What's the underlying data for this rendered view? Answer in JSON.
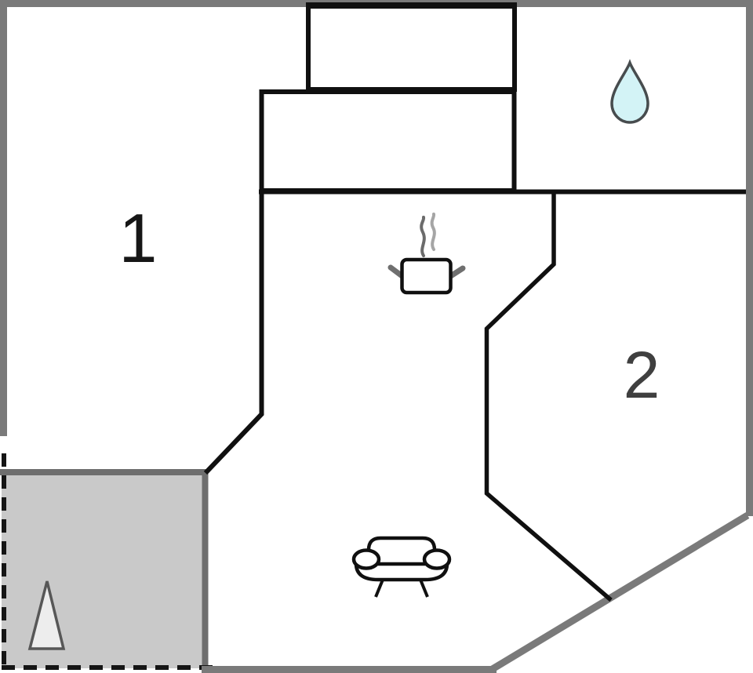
{
  "floor_plan": {
    "type": "apartment-floor-plan",
    "rooms": [
      {
        "id": "room-1",
        "label": "1"
      },
      {
        "id": "room-2",
        "label": "2"
      }
    ],
    "icons": [
      {
        "name": "water-drop-icon"
      },
      {
        "name": "cooking-pot-icon"
      },
      {
        "name": "steam-lines-icon"
      },
      {
        "name": "sofa-icon"
      },
      {
        "name": "terrace-triangle-icon"
      }
    ],
    "colors": {
      "outer_wall_gray": "#7a7a7a",
      "terrace_border_gray": "#6e6e6e",
      "interior_wall_black": "#101010",
      "terrace_fill": "#c9c9c9",
      "triangle_fill": "#ededed",
      "drop_fill": "#d3f3f6",
      "drop_stroke": "#474c4e",
      "room1_label_color": "#161616",
      "room2_label_color": "#3f3f3f",
      "background": "#ffffff"
    }
  }
}
